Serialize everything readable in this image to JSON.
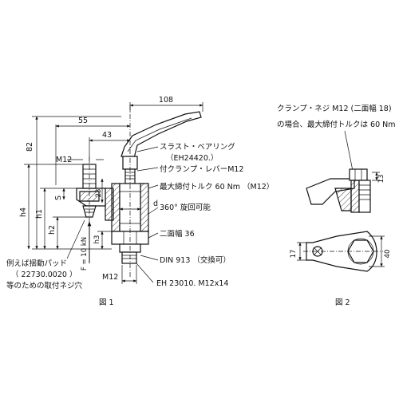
{
  "figure1": {
    "caption": "図 1",
    "dimensions": {
      "d108": "108",
      "d55": "55",
      "d43": "43",
      "d82": "82",
      "m12_top": "M12",
      "d23": "23",
      "d_dia": "d",
      "s": "S",
      "h4": "h4",
      "h1": "h1",
      "h2": "h2",
      "h3": "h3",
      "m12_bottom": "M12",
      "force": "F = 10 kN"
    },
    "callouts": {
      "bearing_1": "スラスト・ベアリング",
      "bearing_2": "（EH24420.）",
      "bearing_3": "付クランプ・レバーM12",
      "torque": "最大締付トルク 60 Nm （M12）",
      "rotation": "360° 旋回可能",
      "flats": "二面幅 36",
      "din": "DIN 913 （交換可）",
      "eh": "EH  23010. M12x14",
      "pad_1": "例えば揺動パッド",
      "pad_2": "（ 22730.0020 ）",
      "pad_3": "等のための取付ネジ穴"
    }
  },
  "figure2": {
    "caption": "図 2",
    "note_1": "クランプ・ネジ M12 (二面幅 18)",
    "note_2": "の場合、最大締付トルクは 60 Nm",
    "dimensions": {
      "d13": "13",
      "d17": "17",
      "d40": "40"
    }
  }
}
